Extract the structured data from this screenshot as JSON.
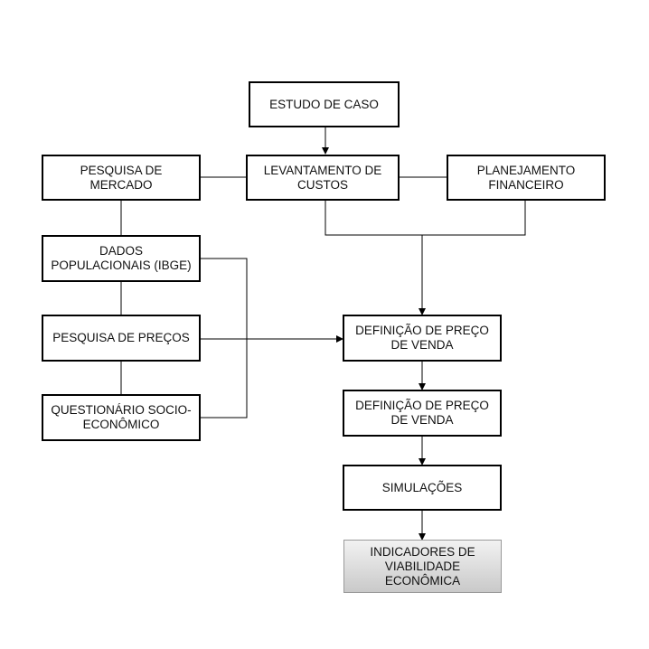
{
  "diagram": {
    "nodes": {
      "estudo": {
        "label": "ESTUDO DE CASO"
      },
      "pesquisa_mercado": {
        "label": "PESQUISA DE\nMERCADO"
      },
      "levantamento": {
        "label": "LEVANTAMENTO DE\nCUSTOS"
      },
      "planejamento": {
        "label": "PLANEJAMENTO\nFINANCEIRO"
      },
      "dados": {
        "label": "DADOS\nPOPULACIONAIS (IBGE)"
      },
      "pesquisa_precos": {
        "label": "PESQUISA DE PREÇOS"
      },
      "questionario": {
        "label": "QUESTIONÁRIO SOCIO-\nECONÔMICO"
      },
      "definicao1": {
        "label": "DEFINIÇÃO DE PREÇO\nDE VENDA"
      },
      "definicao2": {
        "label": "DEFINIÇÃO DE PREÇO\nDE VENDA"
      },
      "simulacoes": {
        "label": "SIMULAÇÕES"
      },
      "indicadores": {
        "label": "INDICADORES DE\nVIABILIDADE\nECONÔMICA"
      }
    },
    "colors": {
      "line": "#000000",
      "final_box_fill": "#d9d9d9"
    }
  }
}
